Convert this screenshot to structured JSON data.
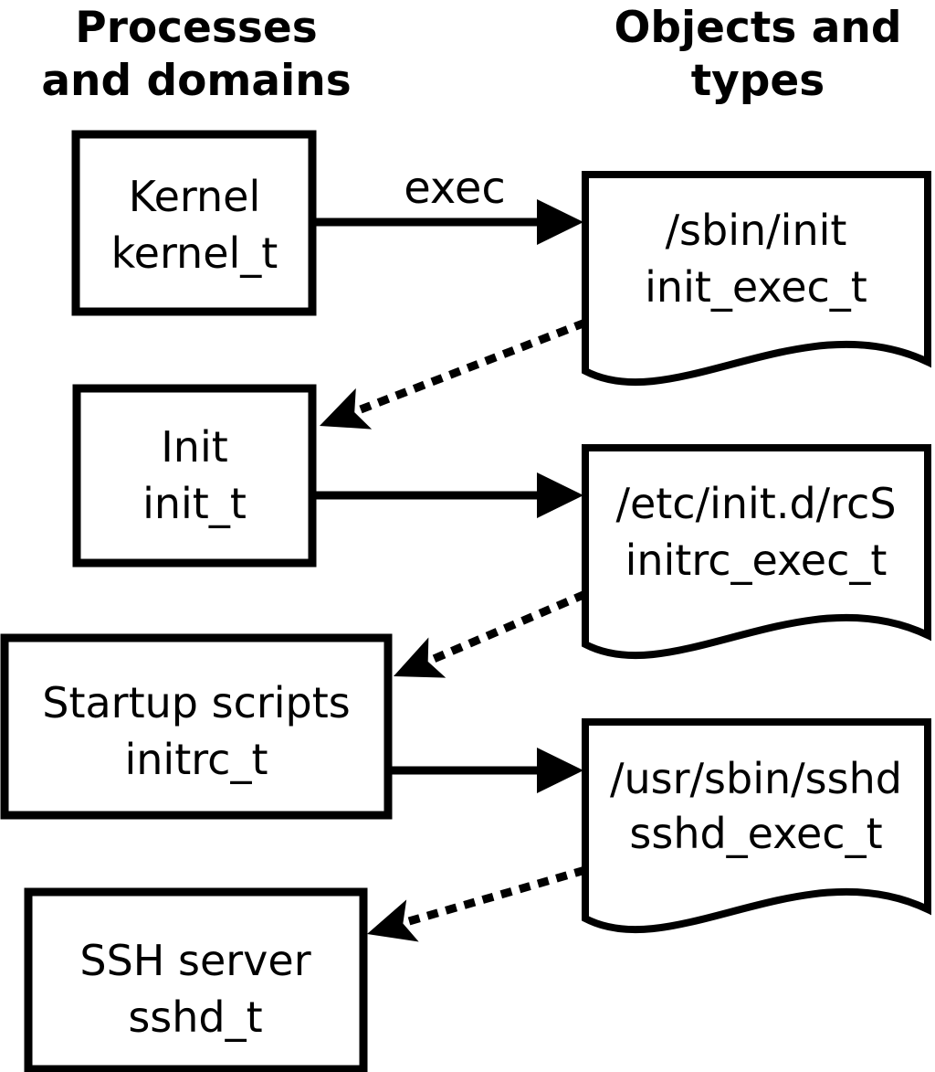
{
  "columns": {
    "left_header": {
      "line1": "Processes",
      "line2": "and domains"
    },
    "right_header": {
      "line1": "Objects and",
      "line2": "types"
    }
  },
  "processes": [
    {
      "name": "Kernel",
      "domain": "kernel_t"
    },
    {
      "name": "Init",
      "domain": "init_t"
    },
    {
      "name": "Startup scripts",
      "domain": "initrc_t"
    },
    {
      "name": "SSH server",
      "domain": "sshd_t"
    }
  ],
  "objects": [
    {
      "path": "/sbin/init",
      "type": "init_exec_t"
    },
    {
      "path": "/etc/init.d/rcS",
      "type": "initrc_exec_t"
    },
    {
      "path": "/usr/sbin/sshd",
      "type": "sshd_exec_t"
    }
  ],
  "arrows": {
    "exec_label": "exec"
  },
  "colors": {
    "ink": "#000000",
    "background": "#ffffff"
  }
}
